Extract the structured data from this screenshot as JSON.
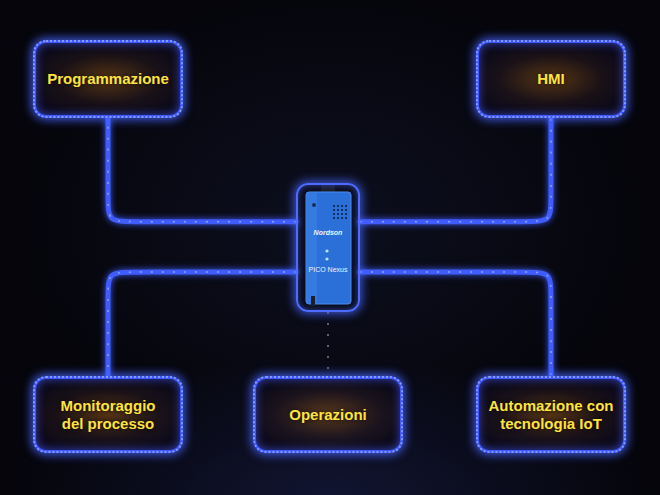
{
  "diagram": {
    "nodes": [
      {
        "text": [
          "Programmazione"
        ]
      },
      {
        "text": [
          "HMI"
        ]
      },
      {
        "text": [
          "Nordson",
          "PICO Nexus"
        ]
      },
      {
        "text": [
          "Monitoraggio del processo"
        ]
      },
      {
        "text": [
          "Operazioni"
        ]
      },
      {
        "text": [
          "Automazione con tecnologia IoT"
        ]
      }
    ],
    "edges": [
      {
        "from": 2,
        "to": 0,
        "arrow": "none"
      },
      {
        "from": 2,
        "to": 1,
        "arrow": "none"
      },
      {
        "from": 2,
        "to": 3,
        "arrow": "none"
      },
      {
        "from": 2,
        "to": 4,
        "arrow": "none"
      },
      {
        "from": 2,
        "to": 5,
        "arrow": "none"
      }
    ]
  }
}
